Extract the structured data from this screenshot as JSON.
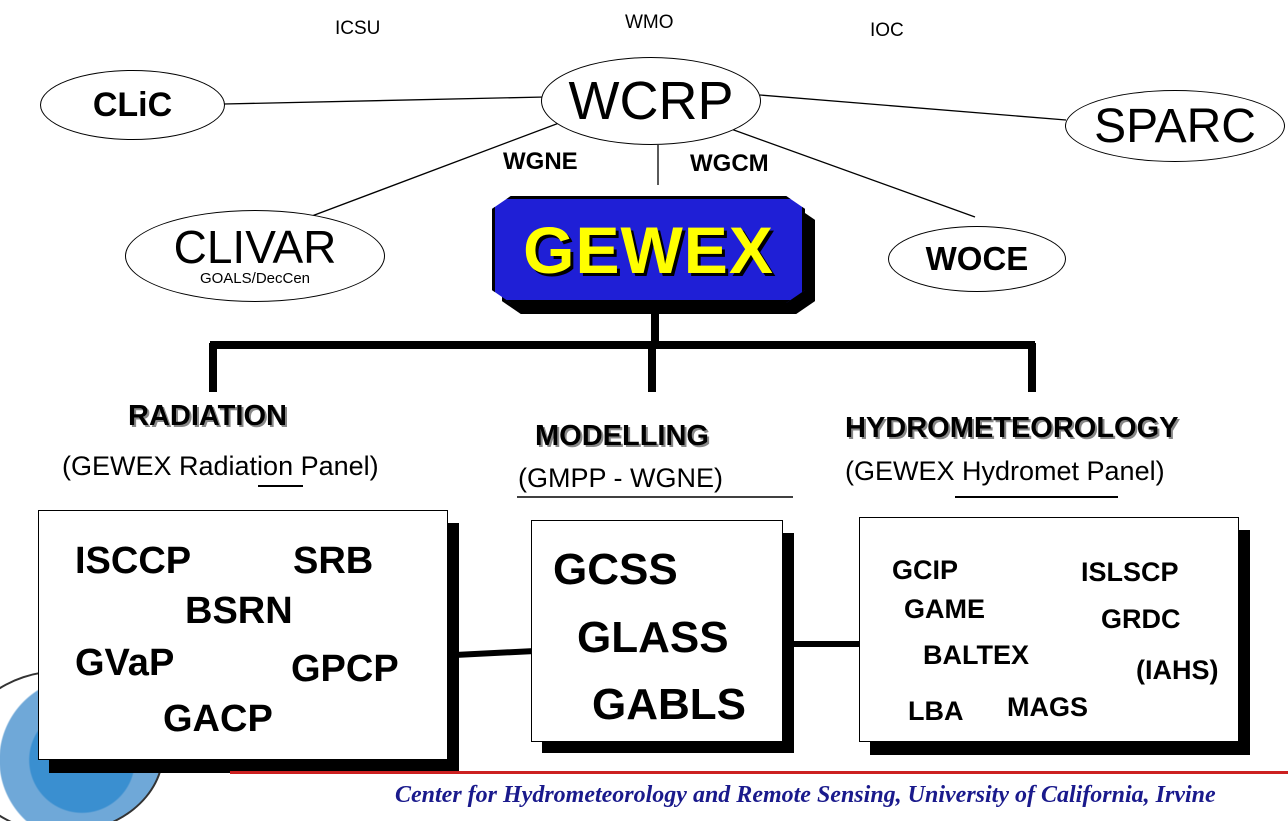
{
  "sponsors": {
    "icsu": "ICSU",
    "wmo": "WMO",
    "ioc": "IOC"
  },
  "nodes": {
    "wcrp": "WCRP",
    "clic": "CLiC",
    "sparc": "SPARC",
    "clivar": "CLIVAR",
    "clivar_sub": "GOALS/DecCen",
    "woce": "WOCE",
    "gewex": "GEWEX"
  },
  "links": {
    "wgne": "WGNE",
    "wgcm": "WGCM"
  },
  "categories": {
    "radiation": {
      "title": "RADIATION",
      "subtitle": "(GEWEX Radiation Panel)",
      "items": [
        "ISCCP",
        "SRB",
        "BSRN",
        "GVaP",
        "GPCP",
        "GACP"
      ]
    },
    "modelling": {
      "title": "MODELLING",
      "subtitle": "(GMPP - WGNE)",
      "items": [
        "GCSS",
        "GLASS",
        "GABLS"
      ]
    },
    "hydrometeorology": {
      "title": "HYDROMETEOROLOGY",
      "subtitle": "(GEWEX Hydromet Panel)",
      "items": [
        "GCIP",
        "GAME",
        "BALTEX",
        "LBA",
        "MAGS",
        "ISLSCP",
        "GRDC",
        "(IAHS)"
      ]
    }
  },
  "footer": "Center for Hydrometeorology and Remote Sensing, University of California, Irvine",
  "colors": {
    "gewex_fill": "#1f1fd6",
    "gewex_text": "#ffff00",
    "footer_text": "#1a1a8c",
    "footer_rule": "#cc2020"
  }
}
